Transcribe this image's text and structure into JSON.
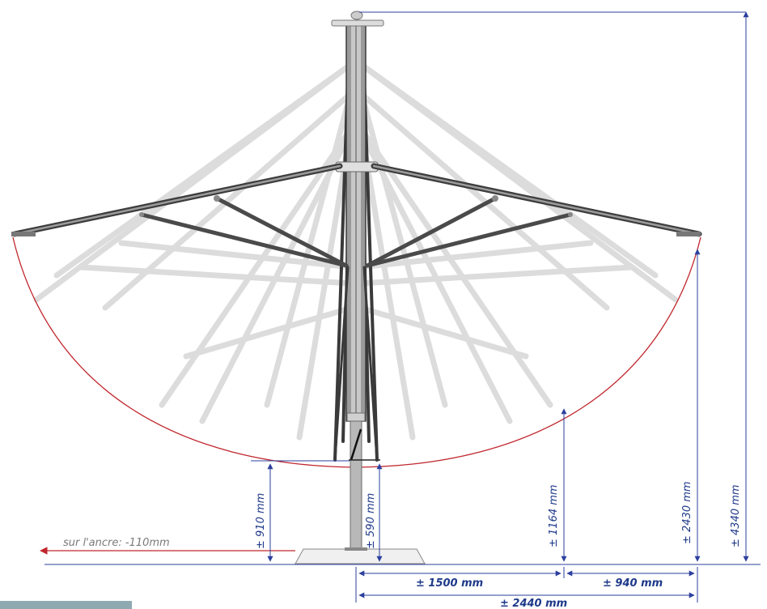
{
  "dimensions": {
    "total_height": "± 4340  mm",
    "arm_tip_height": "± 2430 mm",
    "inner_arm_height": "± 1164 mm",
    "clearance_590": "± 590 mm",
    "clearance_910": "± 910  mm",
    "width_1500": "± 1500 mm",
    "width_940": "± 940 mm",
    "width_2440": "±  2440 mm"
  },
  "anchor_note": "sur l'ancre: -110mm",
  "colors": {
    "dimension": "#2b3f9e",
    "sweep_arc": "#c0262c",
    "frame": "#3c3c3c",
    "ghost": "#d9d9d9",
    "tab": "#8fa9b0"
  }
}
